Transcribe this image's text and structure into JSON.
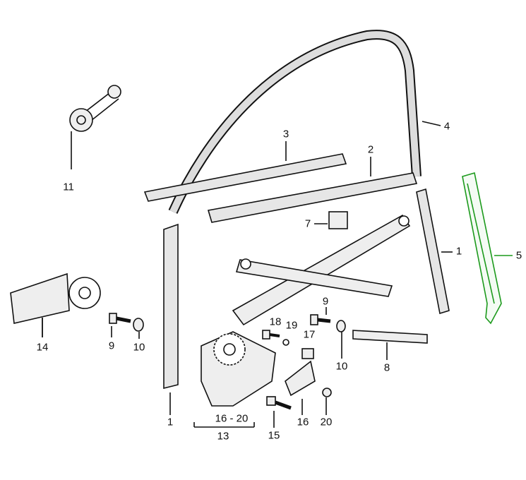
{
  "title": "Door window regulator exploded parts diagram",
  "callouts": [
    {
      "id": "c11",
      "text": "11"
    },
    {
      "id": "c3",
      "text": "3"
    },
    {
      "id": "c2",
      "text": "2"
    },
    {
      "id": "c4",
      "text": "4"
    },
    {
      "id": "c7",
      "text": "7"
    },
    {
      "id": "c1r",
      "text": "1"
    },
    {
      "id": "c5",
      "text": "5"
    },
    {
      "id": "c9r",
      "text": "9"
    },
    {
      "id": "c18",
      "text": "18"
    },
    {
      "id": "c19",
      "text": "19"
    },
    {
      "id": "c17",
      "text": "17"
    },
    {
      "id": "c10r",
      "text": "10"
    },
    {
      "id": "c8",
      "text": "8"
    },
    {
      "id": "c14",
      "text": "14"
    },
    {
      "id": "c9l",
      "text": "9"
    },
    {
      "id": "c10l",
      "text": "10"
    },
    {
      "id": "c1l",
      "text": "1"
    },
    {
      "id": "c1620",
      "text": "16 - 20"
    },
    {
      "id": "c13",
      "text": "13"
    },
    {
      "id": "c15",
      "text": "15"
    },
    {
      "id": "c16",
      "text": "16"
    },
    {
      "id": "c20",
      "text": "20"
    }
  ],
  "colors": {
    "line": "#111111",
    "highlight": "#1c9a1c",
    "fill": "#e8e8e8"
  }
}
